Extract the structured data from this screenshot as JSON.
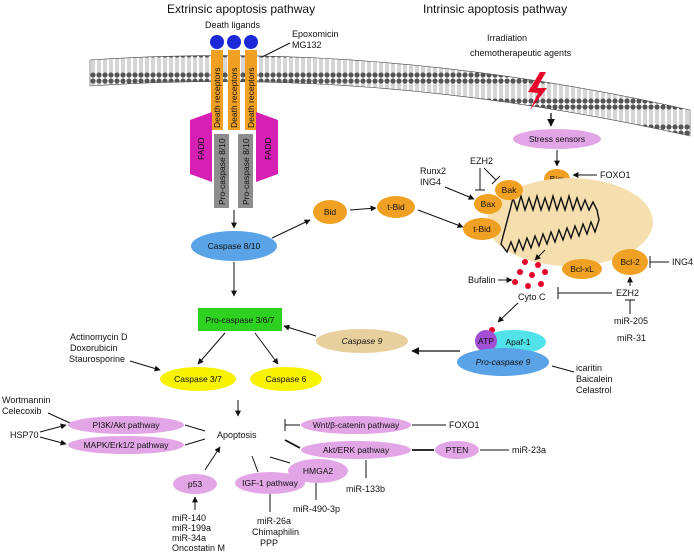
{
  "headers": {
    "extrinsic": "Extrinsic apoptosis pathway",
    "intrinsic": "Intrinsic apoptosis pathway"
  },
  "membrane": {
    "death_ligands": "Death ligands",
    "death_receptors": "Death receptors",
    "fadd": "FADD",
    "pro_caspase_8_10": "Pro-caspase 8/10",
    "epoxomicin": "Epoxomicin",
    "mg132": "MG132",
    "irradiation": "Irradiation",
    "chemo_agents": "chemotherapeutic agents"
  },
  "nodes": {
    "stress_sensors": "Stress sensors",
    "foxo1_top": "FOXO1",
    "bim": "Bim",
    "runx2": "Runx2",
    "ing4_top": "ING4",
    "ezh2_top": "EZH2",
    "bax": "Bax",
    "bak": "Bak",
    "bid": "Bid",
    "t_bid_1": "t-Bid",
    "t_bid_2": "t-Bid",
    "caspase_8_10": "Caspase 8/10",
    "bcl_xl": "Bcl-xL",
    "bcl_2": "Bcl-2",
    "ing4_right": "ING4",
    "bufalin": "Bufalin",
    "cyto_c": "Cyto C",
    "ezh2_mid": "EZH2",
    "mir_205": "miR-205",
    "mir_31": "miR-31",
    "pro_caspase_3_6_7": "Pro-caspase 3/6/7",
    "caspase_9": "Caspase 9",
    "atp": "ATP",
    "apaf_1": "Apaf-1",
    "pro_caspase_9": "Pro-caspase 9",
    "icaritin": "icaritin",
    "baicalein": "Baicalein",
    "celastrol": "Celastrol",
    "actinomycin": "Actinomycin D",
    "doxorubicin": "Doxorubicin",
    "staurosporine": "Staurosporine",
    "caspase_3_7": "Caspase 3/7",
    "caspase_6": "Caspase 6",
    "wortmannin": "Wortmannin",
    "celecoxib": "Celecoxib",
    "hsp70": "HSP70",
    "pi3k_akt": "PI3K/Akt pathway",
    "mapk_erk": "MAPK/Erk1/2 pathway",
    "apoptosis": "Apoptosis",
    "wnt": "Wnt/β-catenin pathway",
    "foxo1_bottom": "FOXO1",
    "akt_erk": "Akt/ERK pathway",
    "pten": "PTEN",
    "mir_23a": "miR-23a",
    "hmga2": "HMGA2",
    "mir_133b": "miR-133b",
    "igf1": "IGF-1 pathway",
    "mir_490": "miR-490-3p",
    "p53": "p53",
    "mir_140": "miR-140",
    "mir_199a": "miR-199a",
    "mir_34a": "miR-34a",
    "oncostatin": "Oncostatin M",
    "mir_26a": "miR-26a",
    "chimaphilin": "Chimaphilin",
    "ppp": "PPP"
  },
  "colors": {
    "orange": "#f0a022",
    "pink": "#e2a6e6",
    "magenta": "#d61fb3",
    "gray": "#8d8d8d",
    "blue": "#5aa3e6",
    "yellow": "#f7f200",
    "green": "#2fd120",
    "tan": "#e8cf9e",
    "mito": "#f6dfae",
    "cyan": "#52e3ea",
    "purple": "#a24fd6",
    "red": "#e8002a",
    "ligand_blue": "#1b2ad6"
  }
}
